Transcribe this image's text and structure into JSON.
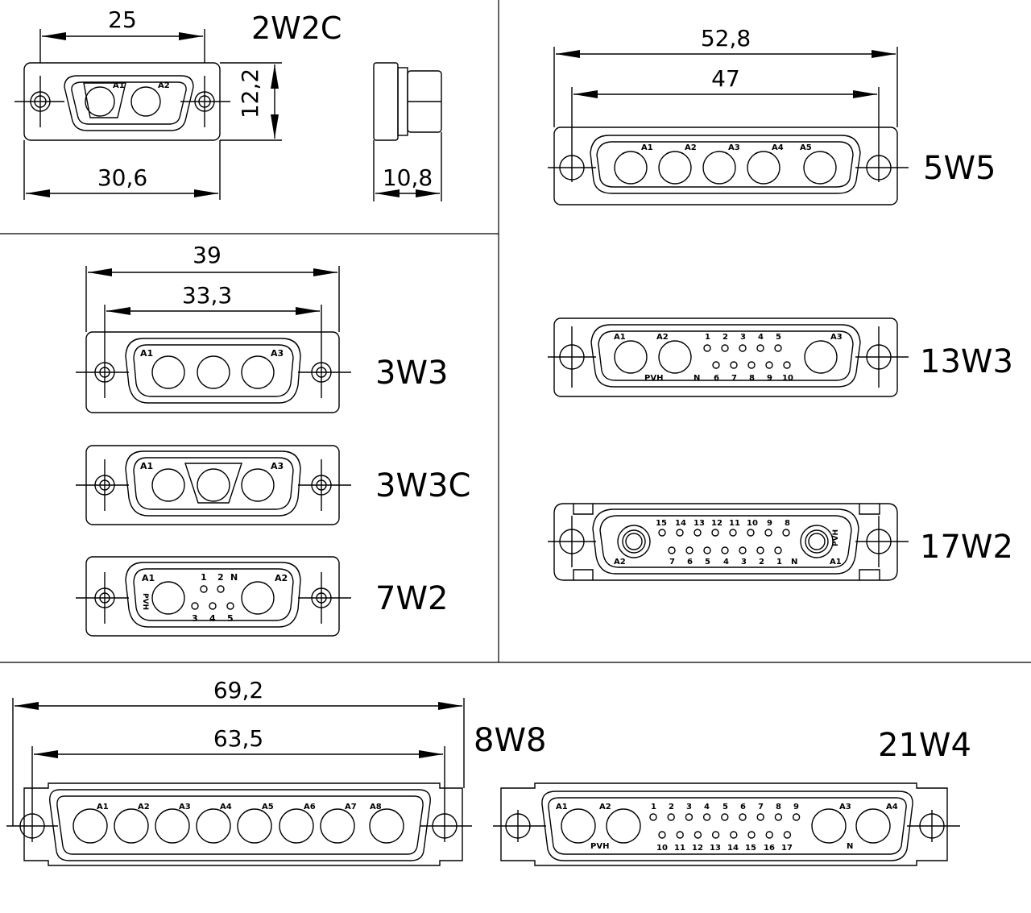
{
  "drawings": {
    "d2w2c": {
      "code": "2W2C",
      "dims": {
        "flange_width": "30,6",
        "hole_spacing": "25",
        "height": "12,2",
        "depth": "10,8"
      },
      "contacts": {
        "a1": "A1",
        "a2": "A2"
      }
    },
    "d5w5": {
      "code": "5W5",
      "dims": {
        "flange_width": "52,8",
        "hole_spacing": "47"
      },
      "contacts": {
        "a1": "A1",
        "a2": "A2",
        "a3": "A3",
        "a4": "A4",
        "a5": "A5"
      }
    },
    "d3w3": {
      "code": "3W3",
      "dims": {
        "flange_width": "39",
        "hole_spacing": "33,3"
      },
      "contacts": {
        "a1": "A1",
        "a3": "A3"
      }
    },
    "d3w3c": {
      "code": "3W3C",
      "contacts": {
        "a1": "A1",
        "a3": "A3"
      }
    },
    "d7w2": {
      "code": "7W2",
      "contacts": {
        "a1": "A1",
        "a2": "A2",
        "pvh": "PVH",
        "p1": "1",
        "p2": "2",
        "n": "N",
        "p3": "3",
        "p4": "4",
        "p5": "5"
      }
    },
    "d13w3": {
      "code": "13W3",
      "contacts": {
        "a1": "A1",
        "a2": "A2",
        "a3": "A3",
        "pvh": "PVH",
        "n": "N",
        "p1": "1",
        "p2": "2",
        "p3": "3",
        "p4": "4",
        "p5": "5",
        "p6": "6",
        "p7": "7",
        "p8": "8",
        "p9": "9",
        "p10": "10"
      }
    },
    "d17w2": {
      "code": "17W2",
      "contacts": {
        "a1": "A1",
        "a2": "A2",
        "pvh": "PVH",
        "n": "N",
        "p1": "1",
        "p2": "2",
        "p3": "3",
        "p4": "4",
        "p5": "5",
        "p6": "6",
        "p7": "7",
        "p8": "8",
        "p9": "9",
        "p10": "10",
        "p11": "11",
        "p12": "12",
        "p13": "13",
        "p14": "14",
        "p15": "15"
      }
    },
    "d8w8": {
      "code": "8W8",
      "dims": {
        "flange_width": "69,2",
        "hole_spacing": "63,5"
      },
      "contacts": {
        "a1": "A1",
        "a2": "A2",
        "a3": "A3",
        "a4": "A4",
        "a5": "A5",
        "a6": "A6",
        "a7": "A7",
        "a8": "A8"
      }
    },
    "d21w4": {
      "code": "21W4",
      "contacts": {
        "a1": "A1",
        "a2": "A2",
        "a3": "A3",
        "a4": "A4",
        "pvh": "PVH",
        "n": "N",
        "p1": "1",
        "p2": "2",
        "p3": "3",
        "p4": "4",
        "p5": "5",
        "p6": "6",
        "p7": "7",
        "p8": "8",
        "p9": "9",
        "p10": "10",
        "p11": "11",
        "p12": "12",
        "p13": "13",
        "p14": "14",
        "p15": "15",
        "p16": "16",
        "p17": "17"
      }
    }
  }
}
